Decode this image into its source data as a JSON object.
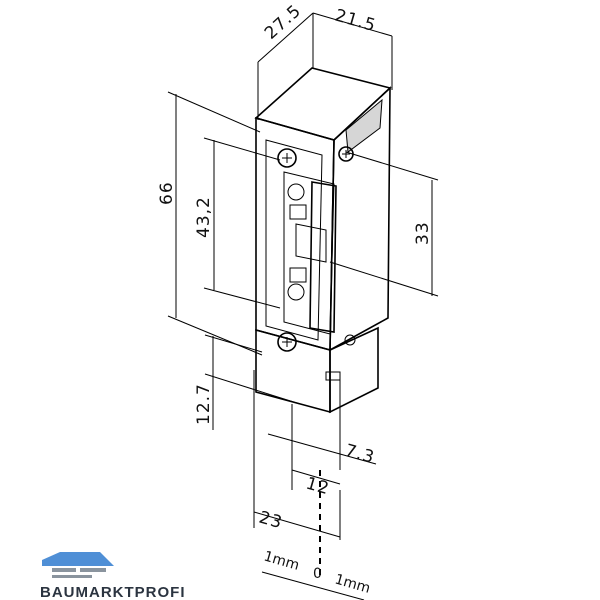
{
  "dimensions": {
    "depth": "27.5",
    "width": "21.5",
    "height": "66",
    "plate_height": "43,2",
    "screw_spacing": "33",
    "foot_height": "12.7",
    "offset_right": "7.3",
    "latch_width": "12",
    "base_width": "23",
    "adjust_left": "1mm",
    "adjust_zero": "0",
    "adjust_right": "1mm"
  },
  "brand": {
    "name": "BAUMARKTPROFI"
  },
  "colors": {
    "line": "#000000",
    "body_fill": "#f7f7f7",
    "shade": "#cfcfcf",
    "logo_blue": "#4f8fd6",
    "logo_gray": "#8a949e"
  }
}
